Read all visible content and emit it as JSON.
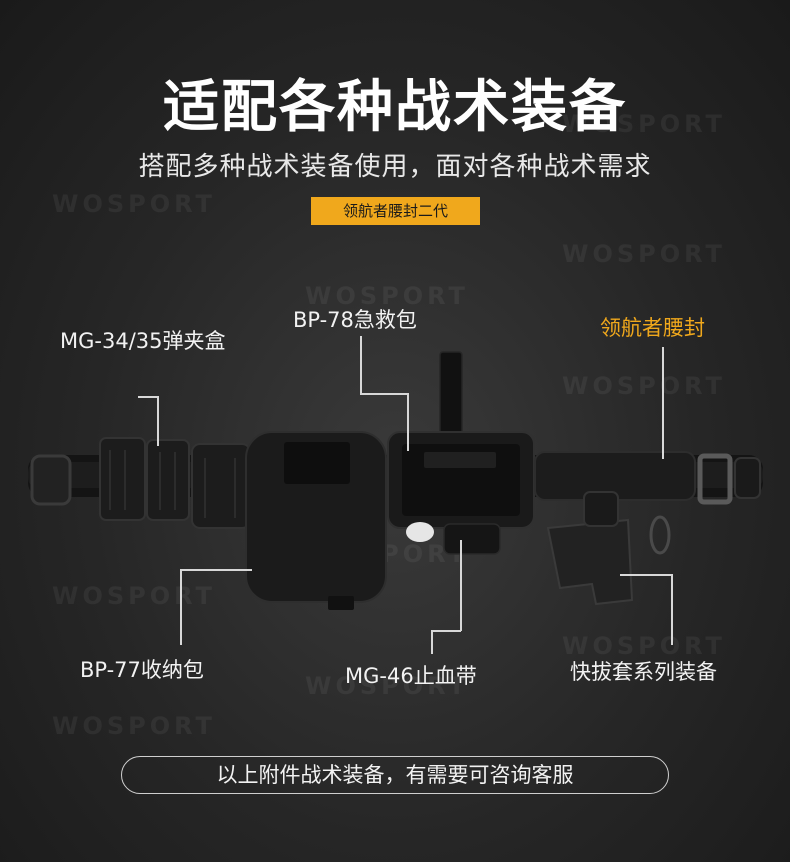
{
  "title": "适配各种战术装备",
  "subtitle": "搭配多种战术装备使用，面对各种战术需求",
  "badge": "领航者腰封二代",
  "watermark": "WOSPORT",
  "callouts": {
    "mg34": "MG-34/35弹夹盒",
    "bp78": "BP-78急救包",
    "belt": "领航者腰封",
    "bp77": "BP-77收纳包",
    "mg46": "MG-46止血带",
    "holster": "快拔套系列装备"
  },
  "footer": "以上附件战术装备，有需要可咨询客服",
  "colors": {
    "accent": "#f0a81c",
    "background": "#262626"
  }
}
